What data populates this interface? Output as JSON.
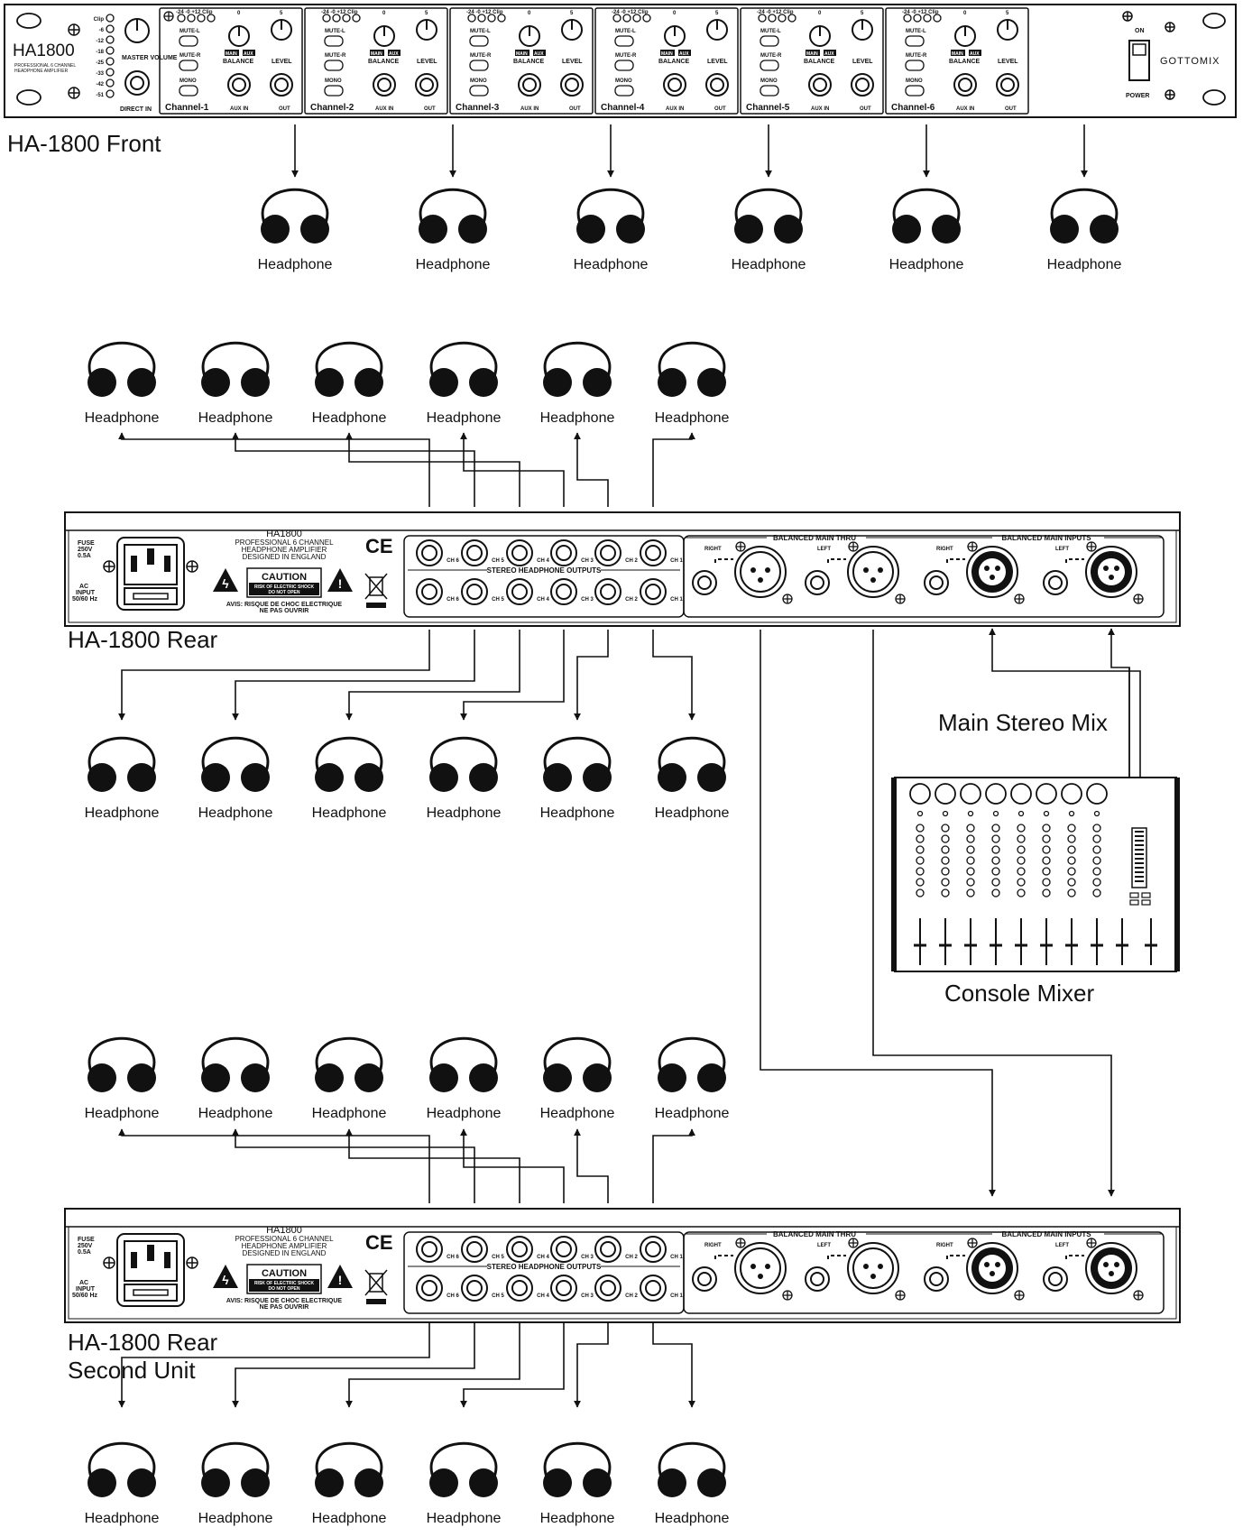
{
  "titles": {
    "front": "HA-1800 Front",
    "rear": "HA-1800 Rear",
    "rear2_line1": "HA-1800 Rear",
    "rear2_line2": "Second Unit",
    "main_stereo_mix": "Main Stereo Mix",
    "console_mixer": "Console Mixer"
  },
  "headphone_label": "Headphone",
  "front_panel": {
    "model": "HA1800",
    "subtitle_line1": "PROFESSIONAL 6 CHANNEL",
    "subtitle_line2": "HEADPHONE AMPLIFIER",
    "master_volume": "MASTER VOLUME",
    "direct_in": "DIRECT IN",
    "meter_labels": [
      "Clip",
      "-6",
      "-12",
      "-18",
      "-25",
      "-33",
      "-42",
      "-51"
    ],
    "channel_meter": "-24  -0  +12 Clip",
    "mute_l": "MUTE-L",
    "mute_r": "MUTE-R",
    "mono": "MONO",
    "balance": "BALANCE",
    "main": "MAIN",
    "aux": "AUX",
    "level": "LEVEL",
    "aux_in": "AUX IN",
    "out": "OUT",
    "channels": [
      "Channel-1",
      "Channel-2",
      "Channel-3",
      "Channel-4",
      "Channel-5",
      "Channel-6"
    ],
    "on": "ON",
    "power": "POWER",
    "brand": "GOTTOMIX"
  },
  "rear_panel": {
    "fuse": "FUSE 250V 0.5A",
    "ac_input": "AC INPUT 50/60 Hz",
    "model": "HA1800",
    "desc_line1": "PROFESSIONAL 6 CHANNEL",
    "desc_line2": "HEADPHONE AMPLIFIER",
    "desc_line3": "DESIGNED IN ENGLAND",
    "caution": "CAUTION",
    "caution_sub1": "RISK OF ELECTRIC SHOCK",
    "caution_sub2": "DO NOT OPEN",
    "avis_line1": "AVIS: RISQUE DE CHOC ELECTRIQUE",
    "avis_line2": "NE PAS OUVRIR",
    "ce": "CE",
    "stereo_outputs": "STEREO HEADPHONE OUTPUTS",
    "ch_labels": [
      "CH 6",
      "CH 5",
      "CH 4",
      "CH 3",
      "CH 2",
      "CH 1"
    ],
    "main_thru": "BALANCED MAIN THRU",
    "main_inputs": "BALANCED MAIN INPUTS",
    "right": "RIGHT",
    "left": "LEFT"
  },
  "colors": {
    "ink": "#111111",
    "paper": "#ffffff"
  }
}
